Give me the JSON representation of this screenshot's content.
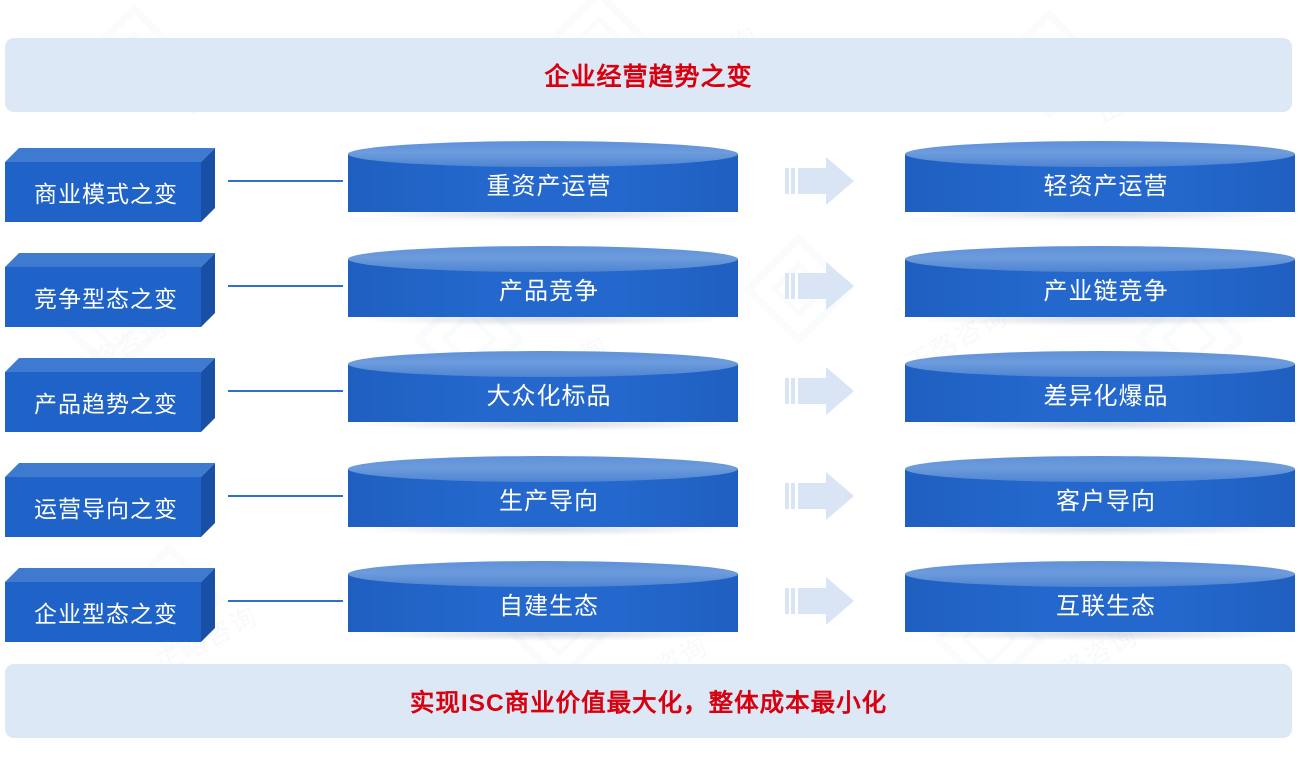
{
  "header": {
    "title": "企业经营趋势之变"
  },
  "footer": {
    "text": "实现ISC商业价值最大化，整体成本最小化"
  },
  "colors": {
    "banner_bg": "#dde8f6",
    "banner_text": "#d8000e",
    "cylinder_body": "#1f63c8",
    "cylinder_top": "#5e91d8",
    "box_front": "#1f63c8",
    "box_top": "#3f7ad1",
    "box_side": "#1950a6",
    "connector_line": "#2f6fce",
    "arrow": "#d9e5f5"
  },
  "columns": {
    "left_header": "",
    "from_header": "",
    "to_header": ""
  },
  "rows": [
    {
      "category": "商业模式之变",
      "from": "重资产运营",
      "to": "轻资产运营",
      "arrow_icon": "arrow-right-icon"
    },
    {
      "category": "竞争型态之变",
      "from": "产品竞争",
      "to": "产业链竞争",
      "arrow_icon": "arrow-right-icon"
    },
    {
      "category": "产品趋势之变",
      "from": "大众化标品",
      "to": "差异化爆品",
      "arrow_icon": "arrow-right-icon"
    },
    {
      "category": "运营导向之变",
      "from": "生产导向",
      "to": "客户导向",
      "arrow_icon": "arrow-right-icon"
    },
    {
      "category": "企业型态之变",
      "from": "自建生态",
      "to": "互联生态",
      "arrow_icon": "arrow-right-icon"
    }
  ]
}
